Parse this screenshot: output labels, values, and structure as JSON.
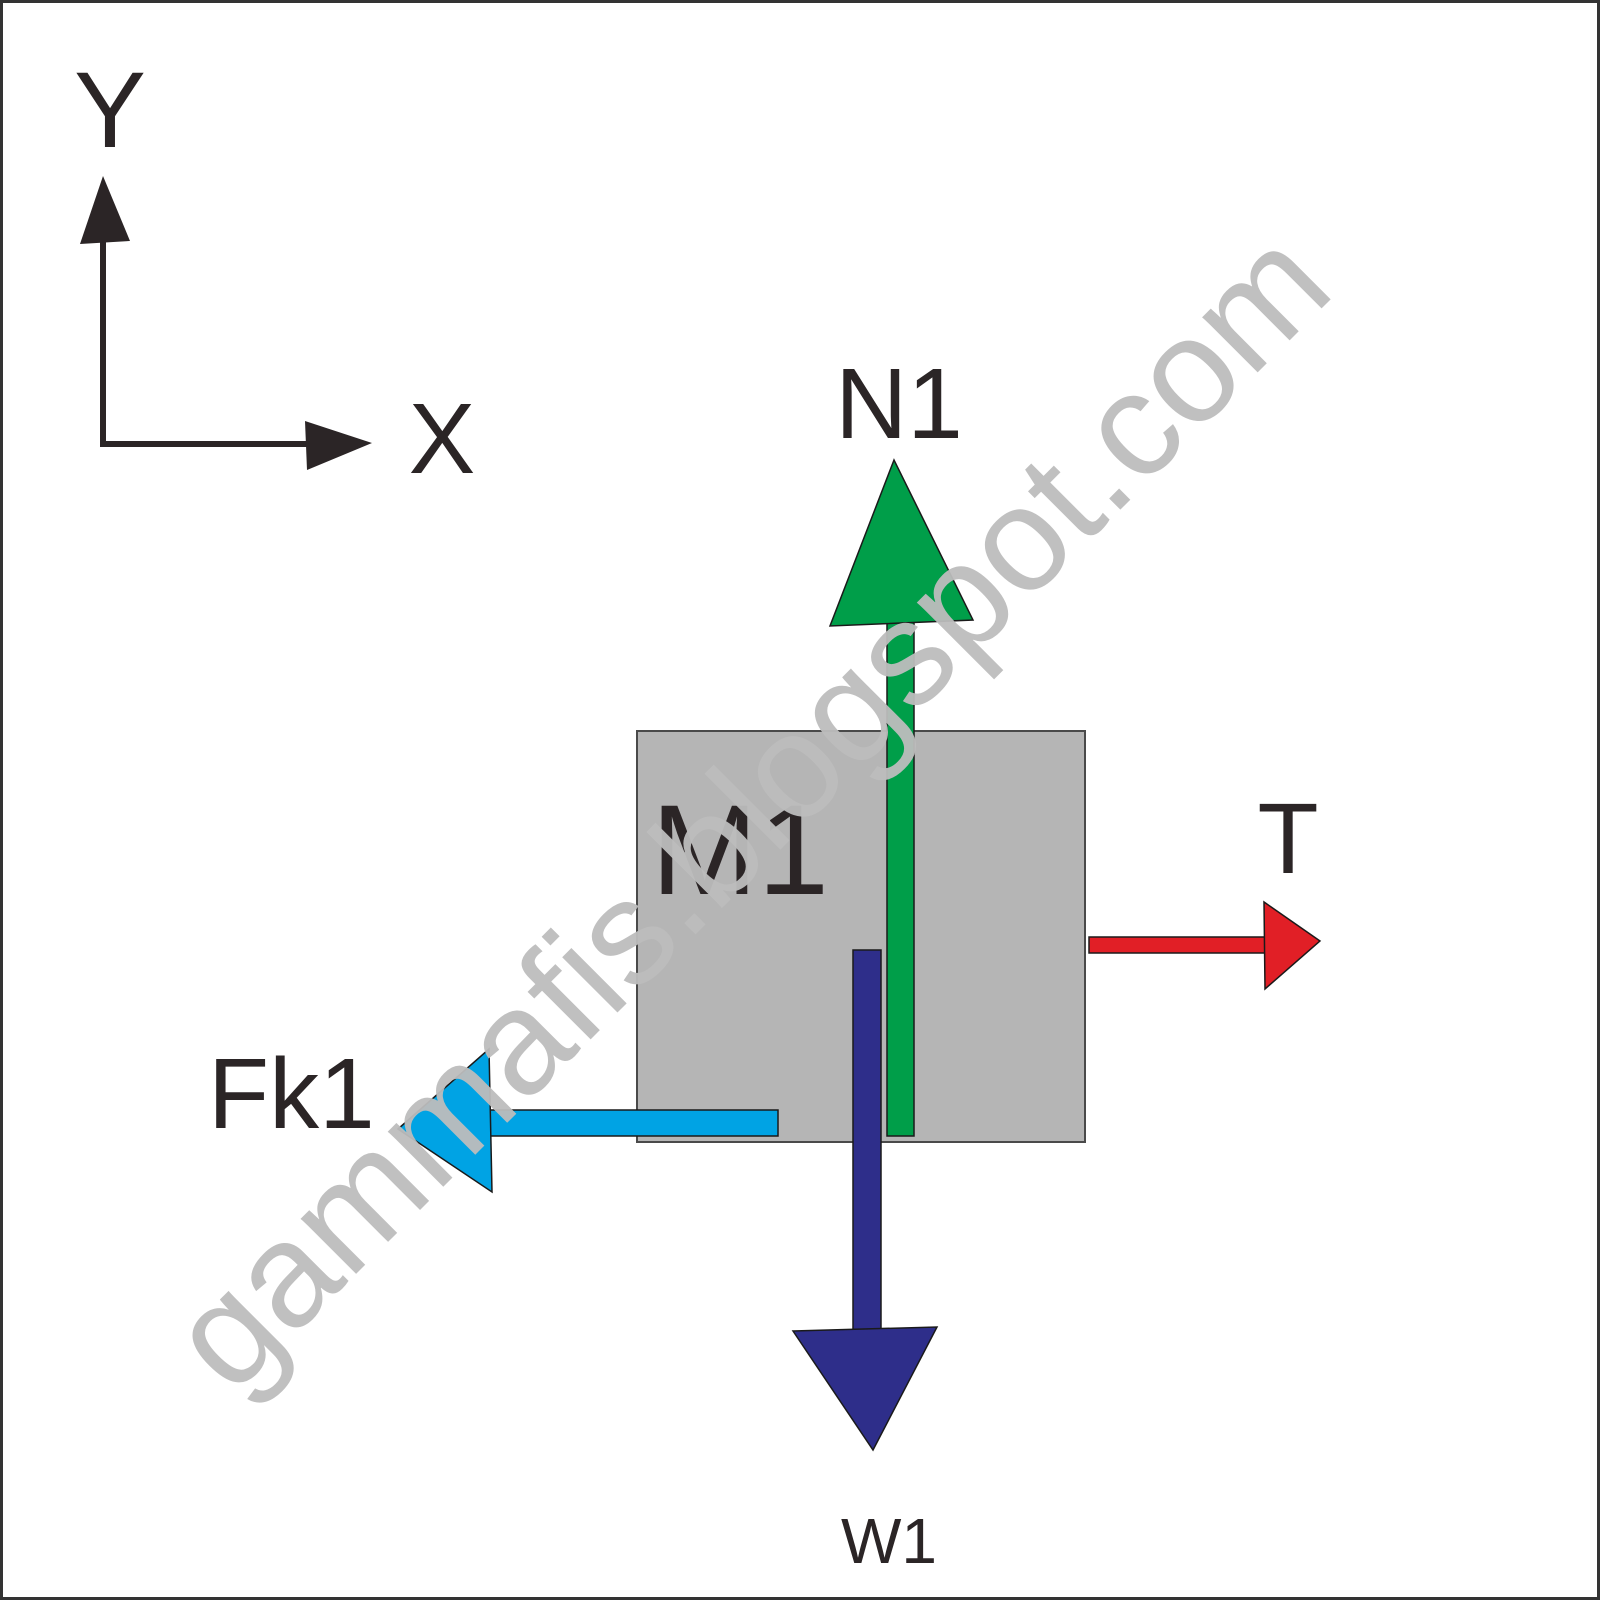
{
  "axes": {
    "y_label": "Y",
    "x_label": "X",
    "color": "#2b2526"
  },
  "block": {
    "label": "M1",
    "fill": "#b5b5b5",
    "stroke": "#4a4a4a"
  },
  "forces": {
    "normal": {
      "label": "N1",
      "color": "#009e49"
    },
    "weight": {
      "label": "W1",
      "color": "#2e2e8a"
    },
    "tension": {
      "label": "T",
      "color": "#e11f26"
    },
    "friction": {
      "label": "Fk1",
      "color": "#00a3e4"
    }
  },
  "watermark": {
    "text": "gammafis.blogspot.com",
    "color": "#bdbdbd"
  }
}
